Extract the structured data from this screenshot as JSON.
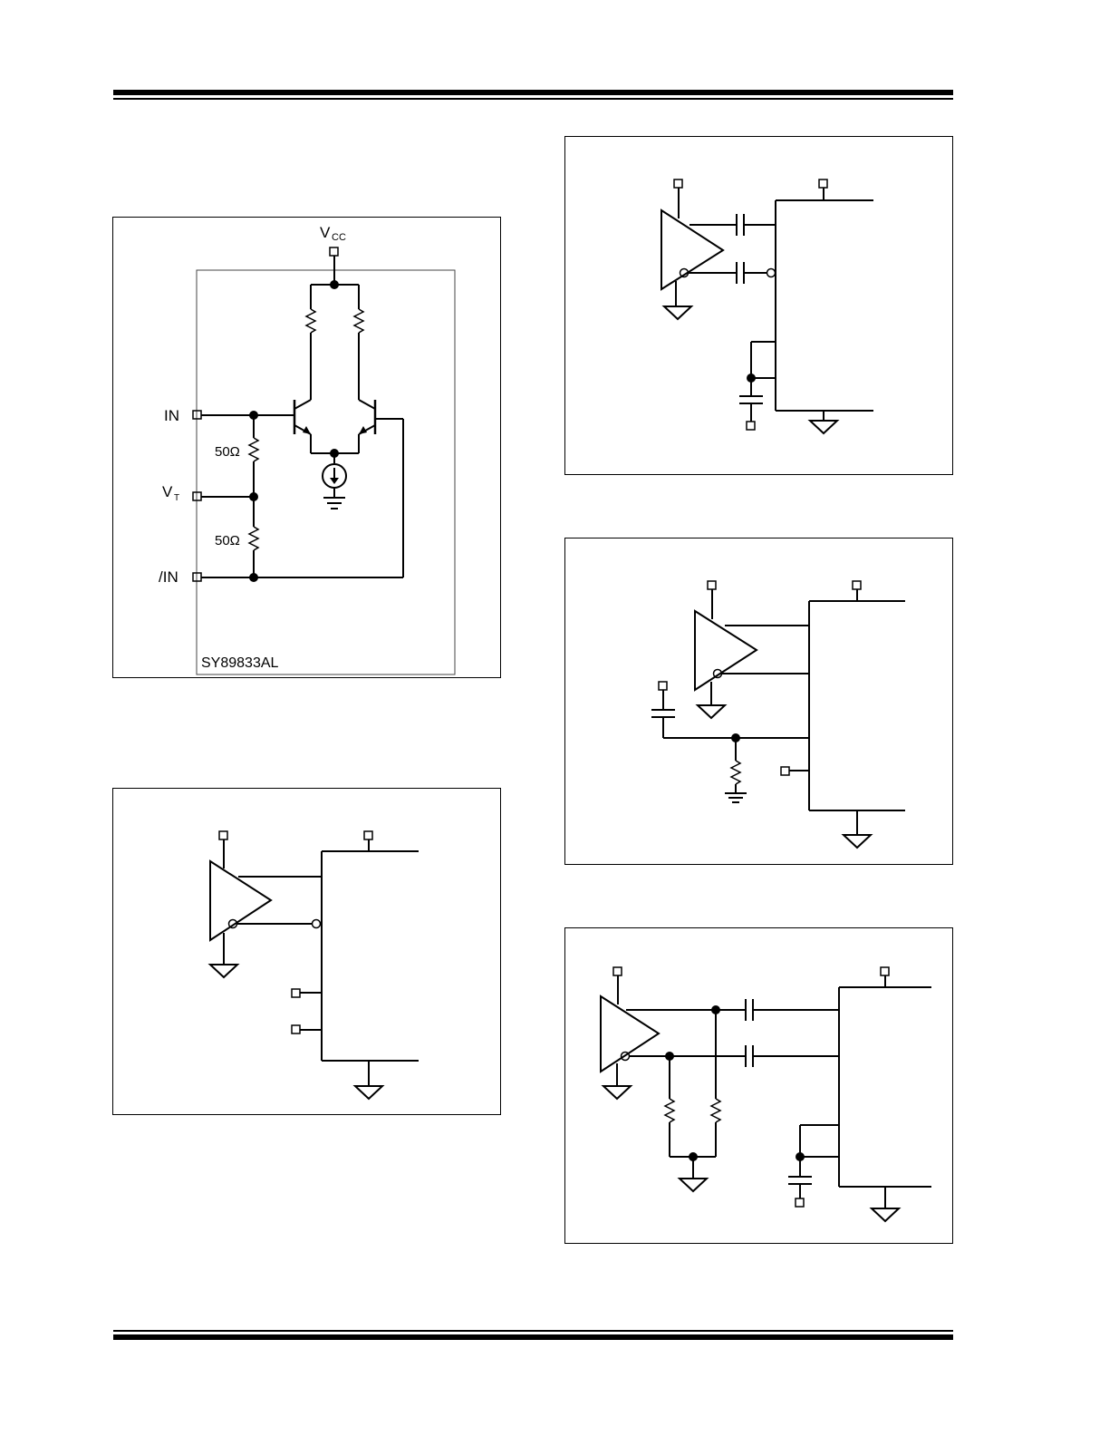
{
  "figures": {
    "input_stage": {
      "vcc_label": "V",
      "vcc_sub": "CC",
      "in_label": "IN",
      "vt_label": "V",
      "vt_sub": "T",
      "nin_label": "/IN",
      "r_top": "50Ω",
      "r_bottom": "50Ω",
      "device_label": "SY89833AL"
    }
  },
  "colors": {
    "ink": "#000000",
    "background": "#ffffff"
  },
  "icons": {
    "pin": "pin-square-icon",
    "ground": "ground-icon",
    "resistor": "resistor-icon",
    "capacitor": "capacitor-icon",
    "transistor": "npn-transistor-icon",
    "current_source": "current-source-icon",
    "buffer": "buffer-triangle-icon"
  }
}
